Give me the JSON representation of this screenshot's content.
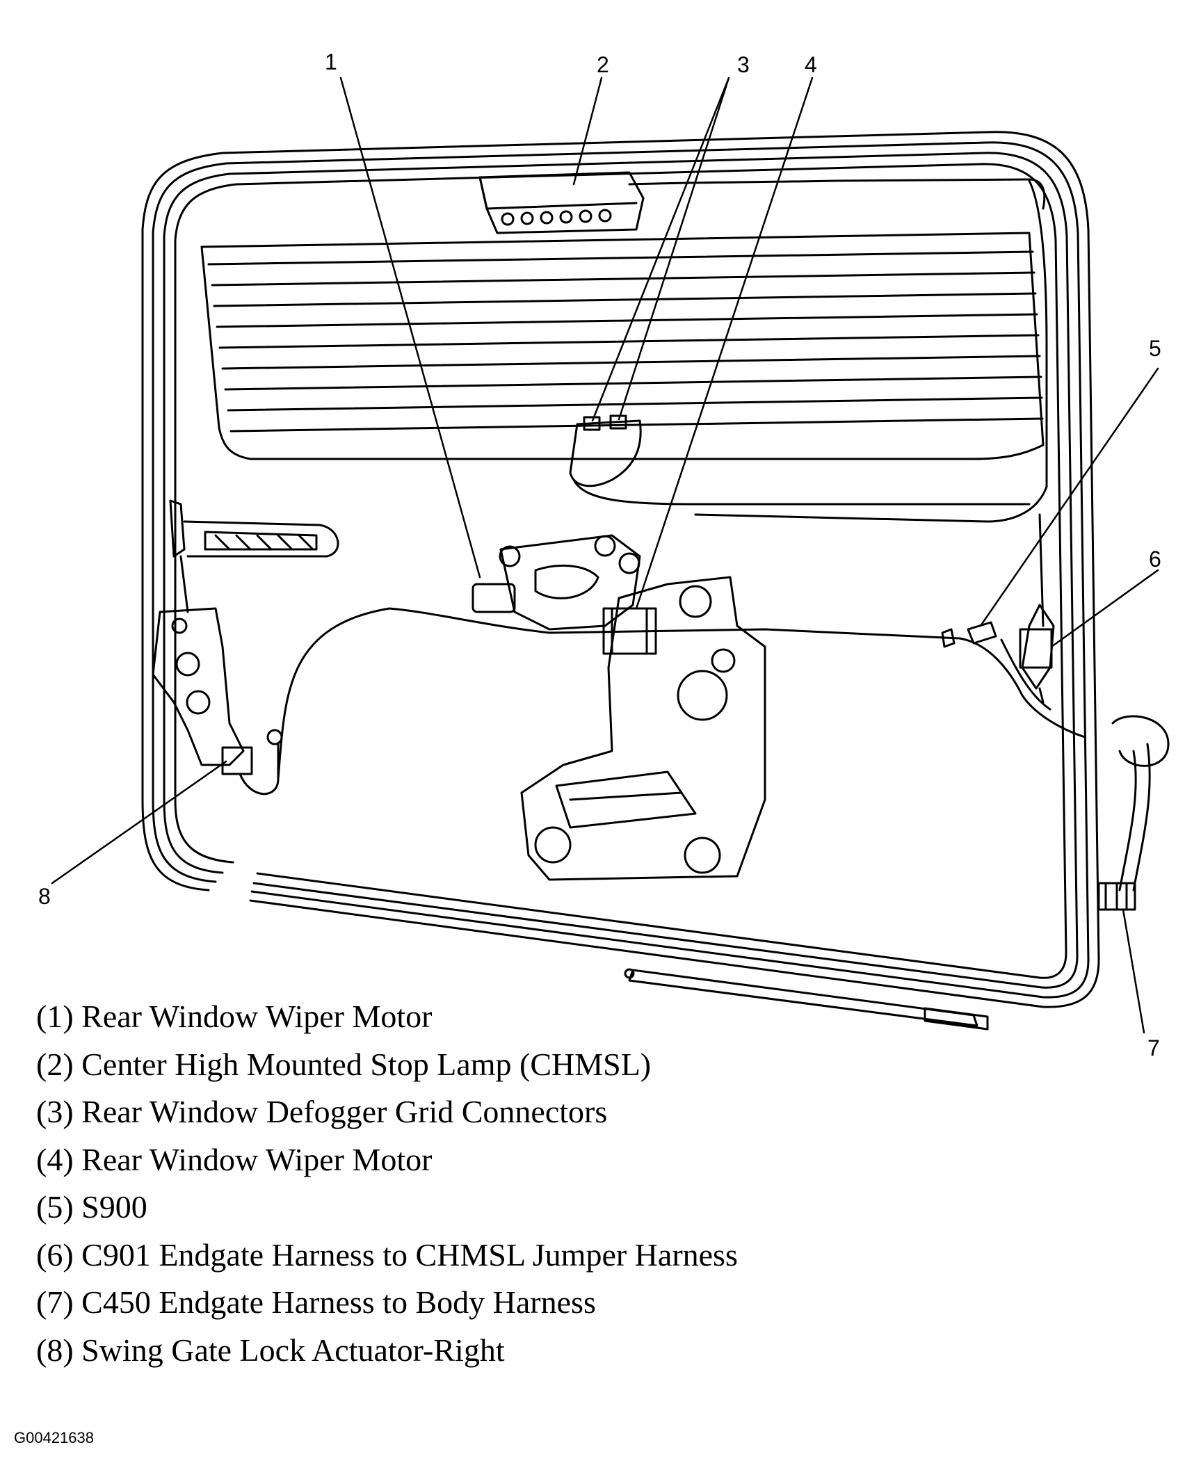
{
  "callouts": [
    "1",
    "2",
    "3",
    "4",
    "5",
    "6",
    "7",
    "8"
  ],
  "legend": [
    "(1) Rear Window Wiper Motor",
    "(2) Center High Mounted Stop Lamp (CHMSL)",
    "(3) Rear Window Defogger Grid Connectors",
    "(4) Rear Window Wiper Motor",
    "(5) S900",
    "(6) C901 Endgate Harness to CHMSL Jumper Harness",
    "(7) C450 Endgate Harness to Body Harness",
    "(8) Swing Gate Lock Actuator-Right"
  ],
  "figure_id": "G00421638"
}
